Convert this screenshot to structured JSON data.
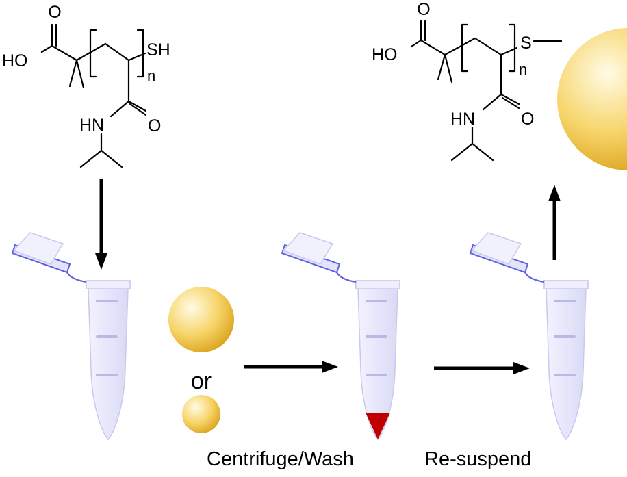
{
  "left_molecule": {
    "acid_o": "O",
    "acid_ho": "HO",
    "amide_hn": "HN",
    "amide_o": "O",
    "thiol": "SH",
    "repeat_n": "n"
  },
  "right_molecule": {
    "acid_o": "O",
    "acid_ho": "HO",
    "amide_hn": "HN",
    "amide_o": "O",
    "sulfur": "S",
    "repeat_n": "n"
  },
  "or_label": "or",
  "step_labels": {
    "centrifuge": "Centrifuge/Wash",
    "resuspend": "Re-suspend"
  },
  "colors": {
    "gold_light": "#fffbe6",
    "gold_mid": "#f7d56a",
    "gold_dark": "#d9a21a",
    "tube_fill": "#e6e6fb",
    "tube_stroke": "#c9c9ee",
    "tube_graduation": "#b9b9e6",
    "cap_stroke": "#6060e0",
    "pellet": "#c00000",
    "arrow": "#000000"
  }
}
